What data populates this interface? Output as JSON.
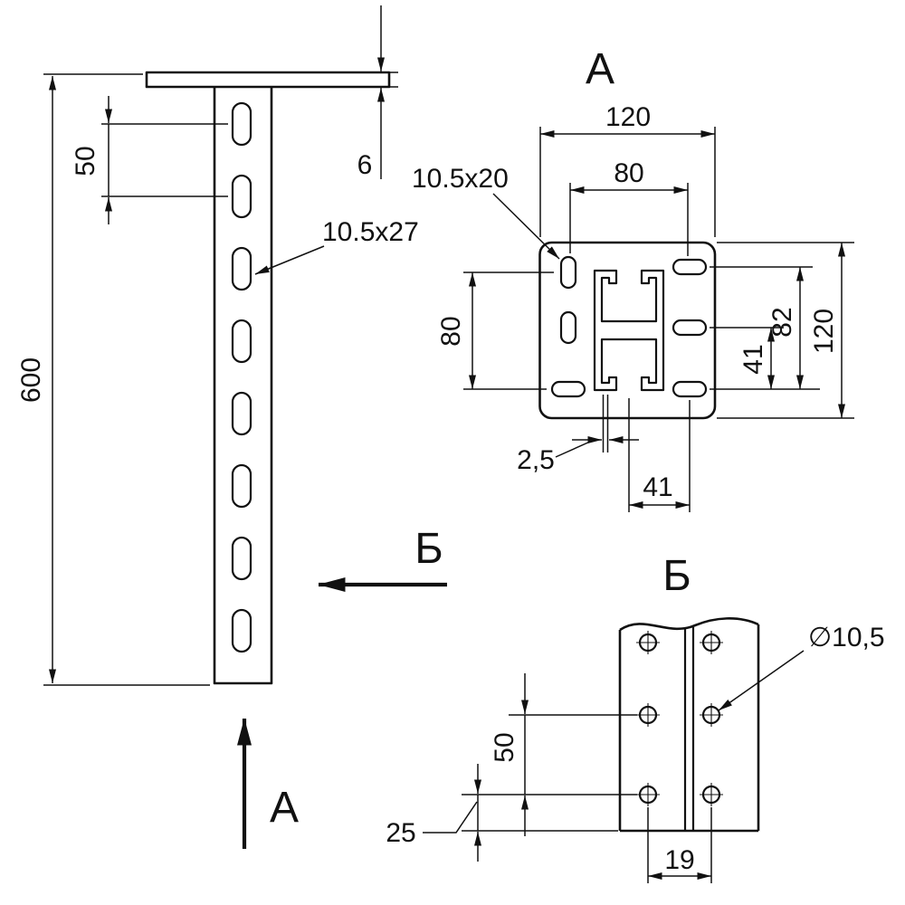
{
  "front_view": {
    "dim_height": "600",
    "dim_slot_pitch": "50",
    "dim_plate_thickness": "6",
    "slot_callout": "10.5x27",
    "view_arrow_a": "А",
    "view_arrow_b": "Б"
  },
  "view_a": {
    "title": "А",
    "dim_width_top": "120",
    "dim_slot_span_top": "80",
    "slot_callout": "10.5x20",
    "dim_slot_span_left": "80",
    "dim_span_82": "82",
    "dim_offset_41_right": "41",
    "dim_height_right": "120",
    "dim_wall_thickness": "2,5",
    "dim_offset_41_bottom": "41"
  },
  "view_b": {
    "title": "Б",
    "dim_hole_pitch": "50",
    "dim_edge_offset": "25",
    "dim_column_spacing": "19",
    "hole_callout": "∅10,5"
  }
}
